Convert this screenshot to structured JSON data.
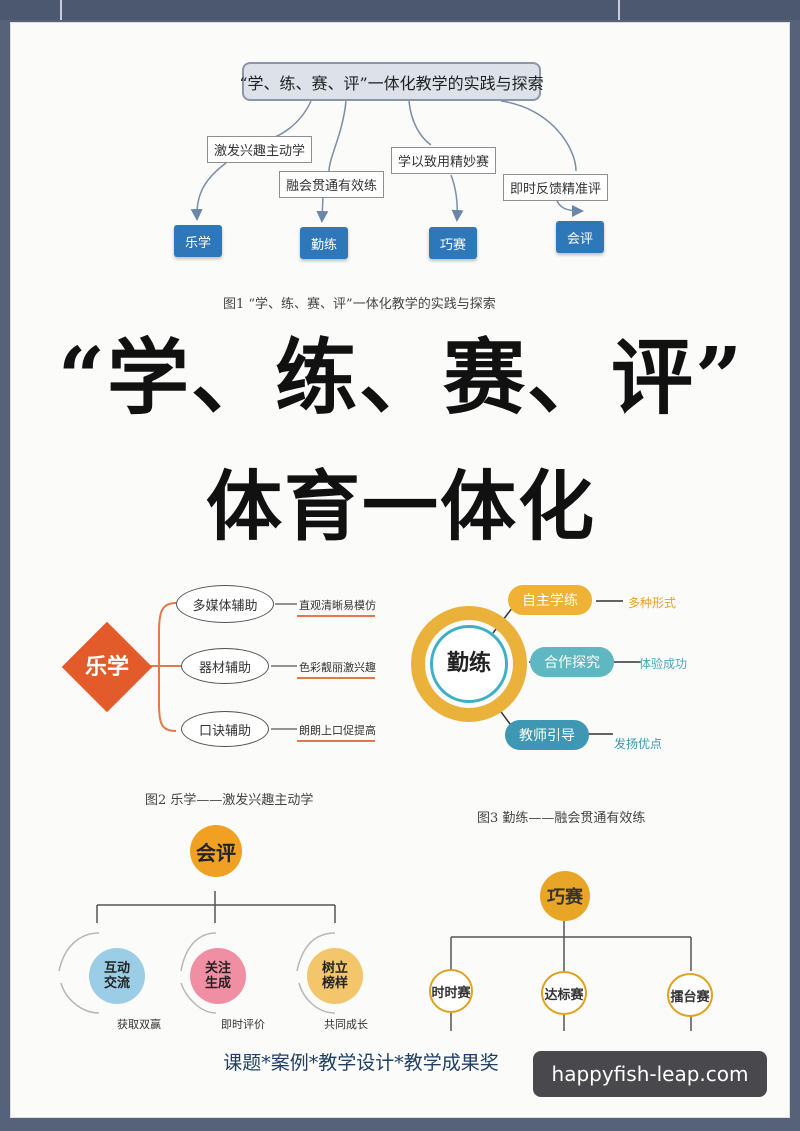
{
  "fig1": {
    "root": "“学、练、赛、评”一体化教学的实践与探索",
    "branches": [
      {
        "label": "激发兴趣主动学",
        "box": "乐学"
      },
      {
        "label": "融会贯通有效练",
        "box": "勤练"
      },
      {
        "label": "学以致用精妙赛",
        "box": "巧赛"
      },
      {
        "label": "即时反馈精准评",
        "box": "会评"
      }
    ],
    "caption": "图1 “学、练、赛、评”一体化教学的实践与探索",
    "colors": {
      "box": "#2e78b9",
      "root_fill": "#dde2ea"
    }
  },
  "title": {
    "line1": "“学、练、赛、评”",
    "line2": "体育一体化"
  },
  "fig2": {
    "center": "乐学",
    "items": [
      {
        "label": "多媒体辅助",
        "note": "直观清晰易模仿"
      },
      {
        "label": "器材辅助",
        "note": "色彩靓丽激兴趣"
      },
      {
        "label": "口诀辅助",
        "note": "朗朗上口促提高"
      }
    ],
    "caption": "图2 乐学——激发兴趣主动学",
    "colors": {
      "diamond": "#e35b2a",
      "bracket": "#e27a47"
    }
  },
  "fig3": {
    "center": "勤练",
    "items": [
      {
        "label": "自主学练",
        "note": "多种形式"
      },
      {
        "label": "合作探究",
        "note": "体验成功"
      },
      {
        "label": "教师引导",
        "note": "发扬优点"
      }
    ],
    "caption": "图3 勤练——融会贯通有效练",
    "colors": {
      "gold": "#eab23a",
      "teal": "#3db0c6",
      "pill1": "#f0b234",
      "pill2": "#5fb7c2",
      "pill3": "#3e98b3"
    }
  },
  "fig4": {
    "center": "会评",
    "items": [
      {
        "label_line1": "互动",
        "label_line2": "交流",
        "note": "获取双赢"
      },
      {
        "label_line1": "关注",
        "label_line2": "生成",
        "note": "即时评价"
      },
      {
        "label_line1": "树立",
        "label_line2": "榜样",
        "note": "共同成长"
      }
    ],
    "colors": {
      "center": "#f0a124",
      "c1": "#9ccde6",
      "c2": "#f08fa3",
      "c3": "#f4c66b"
    }
  },
  "fig5": {
    "center": "巧赛",
    "items": [
      "时时赛",
      "达标赛",
      "擂台赛"
    ],
    "colors": {
      "center": "#e9a626"
    }
  },
  "footer": "课题*案例*教学设计*教学成果奖",
  "watermark": "happyfish-leap.com"
}
